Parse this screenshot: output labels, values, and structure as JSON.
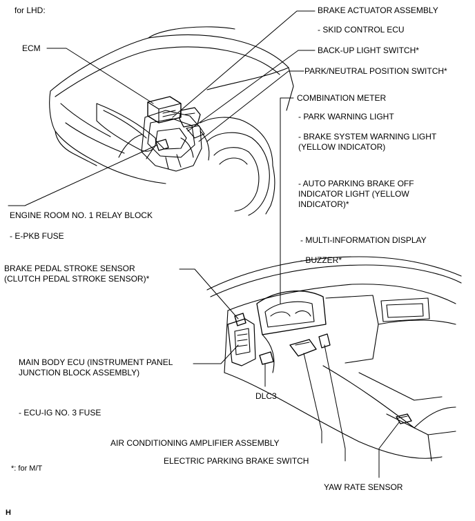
{
  "title": "for LHD:",
  "labels": {
    "brake_actuator": "BRAKE ACTUATOR ASSEMBLY",
    "skid_control": "- SKID CONTROL ECU",
    "backup_light": "BACK-UP LIGHT SWITCH*",
    "park_neutral": "PARK/NEUTRAL POSITION SWITCH*",
    "ecm": "ECM",
    "combination_meter": "COMBINATION METER",
    "park_warning": "- PARK WARNING LIGHT",
    "brake_system_1": "- BRAKE SYSTEM WARNING LIGHT",
    "brake_system_2": "(YELLOW INDICATOR)",
    "auto_parking_1": "- AUTO PARKING BRAKE OFF",
    "auto_parking_2": "INDICATOR LIGHT (YELLOW",
    "auto_parking_3": "INDICATOR)*",
    "engine_room": "ENGINE ROOM NO. 1 RELAY BLOCK",
    "epkb_fuse": "- E-PKB FUSE",
    "multi_info": "- MULTI-INFORMATION DISPLAY",
    "buzzer": "- BUZZER*",
    "brake_pedal_1": "BRAKE PEDAL STROKE SENSOR",
    "brake_pedal_2": "(CLUTCH PEDAL STROKE SENSOR)*",
    "main_body_1": "MAIN BODY ECU (INSTRUMENT PANEL",
    "main_body_2": "JUNCTION BLOCK ASSEMBLY)",
    "dlc3": "DLC3",
    "ecu_ig": "- ECU-IG NO. 3 FUSE",
    "air_cond": "AIR CONDITIONING AMPLIFIER ASSEMBLY",
    "epb_switch": "ELECTRIC PARKING BRAKE SWITCH",
    "footnote": "*: for M/T",
    "yaw_rate": "YAW RATE SENSOR",
    "corner_mark": "H"
  }
}
